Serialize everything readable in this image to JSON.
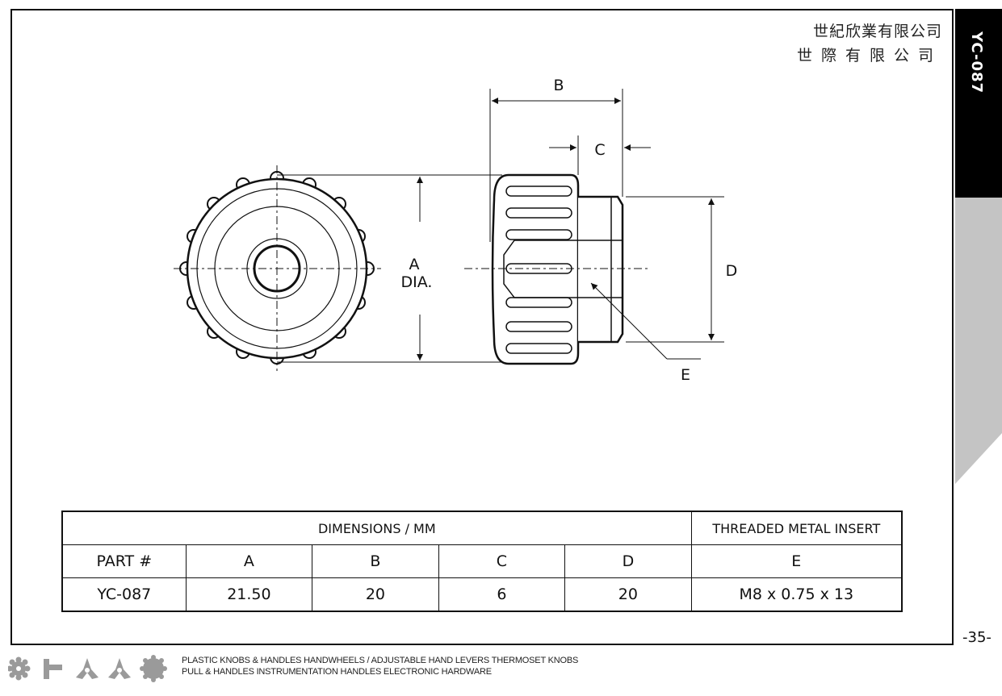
{
  "company": {
    "line1": "世紀欣業有限公司",
    "line2": "世際有限公司"
  },
  "side_tab": {
    "label": "YC-087"
  },
  "drawing": {
    "labels": {
      "a": "A",
      "dia": "DIA.",
      "b": "B",
      "c": "C",
      "d": "D",
      "e": "E"
    }
  },
  "table": {
    "dimensions_header": "DIMENSIONS / MM",
    "insert_header": "THREADED METAL INSERT",
    "columns": [
      "PART #",
      "A",
      "B",
      "C",
      "D",
      "E"
    ],
    "rows": [
      [
        "YC-087",
        "21.50",
        "20",
        "6",
        "20",
        "M8 x 0.75 x 13"
      ]
    ]
  },
  "page_number": "-35-",
  "footer": {
    "line1": "PLASTIC KNOBS & HANDLES HANDWHEELS / ADJUSTABLE HAND LEVERS THERMOSET KNOBS",
    "line2": "PULL & HANDLES INSTRUMENTATION HANDLES ELECTRONIC HARDWARE",
    "icons": [
      "lobed-knob-icon",
      "t-handle-icon",
      "three-arm-knob-icon",
      "three-arm-knob-alt-icon",
      "fluted-knob-icon"
    ]
  },
  "colors": {
    "tab_black": "#000000",
    "tab_gray": "#c4c4c4",
    "icon_gray": "#9a9a9a"
  }
}
